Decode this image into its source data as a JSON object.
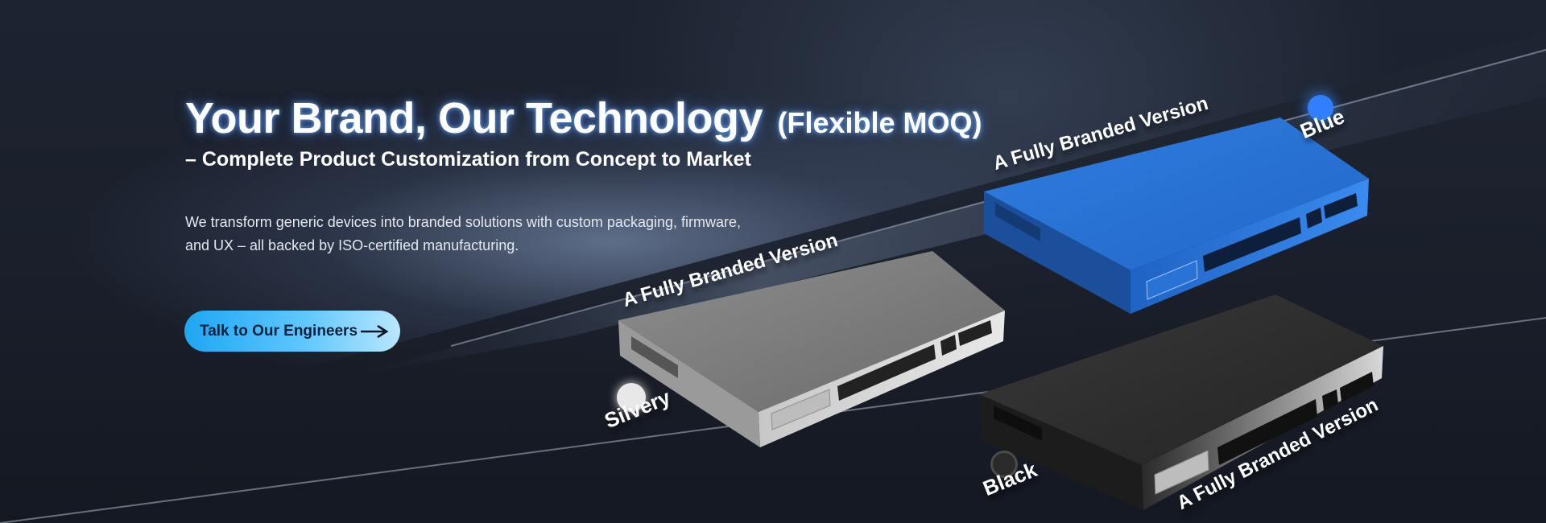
{
  "hero": {
    "headline": "Your Brand, Our Technology",
    "headline_note": "(Flexible MOQ)",
    "subheadline": "– Complete Product Customization from Concept to Market",
    "description": "We transform generic devices into branded solutions with custom packaging, firmware, and UX – all backed by ISO-certified manufacturing.",
    "cta": {
      "label": "Talk to Our Engineers",
      "icon": "arrow-right-icon"
    }
  },
  "products": [
    {
      "color_name": "Silvery",
      "tagline": "A Fully Branded Version",
      "swatch": "#e6e6e6"
    },
    {
      "color_name": "Blue",
      "tagline": "A Fully Branded Version",
      "swatch": "#2f7fff"
    },
    {
      "color_name": "Black",
      "tagline": "A Fully Branded Version",
      "swatch": "#2a2a2a"
    }
  ],
  "colors": {
    "accent_blue": "#2f7fff",
    "cta_start": "#1ea6f2",
    "cta_end": "#b9e6ff",
    "background": "#161b26"
  }
}
